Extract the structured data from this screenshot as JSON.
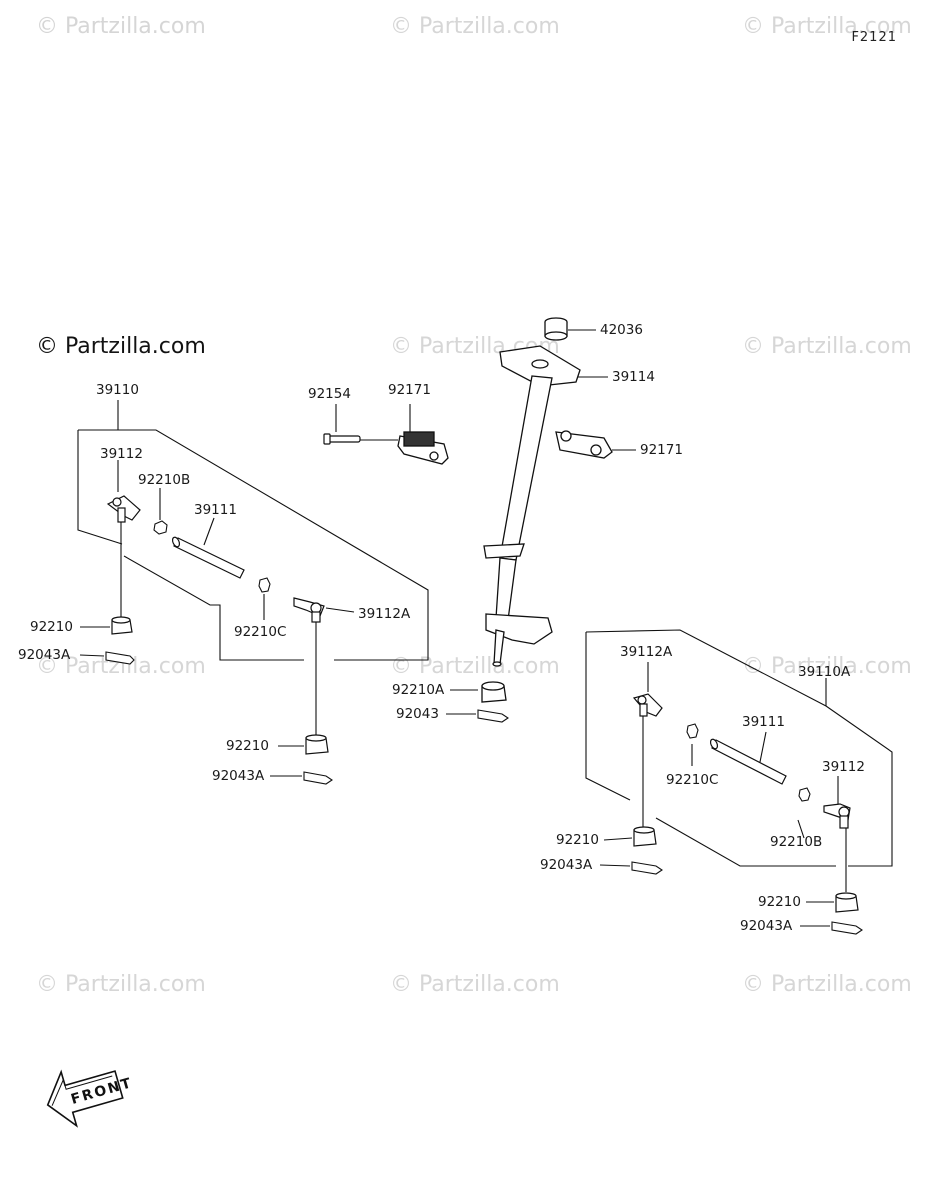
{
  "figure_code": "F2121",
  "brand_text": "© Partzilla.com",
  "watermark_text": "© Partzilla.com",
  "front_label": "FRONT",
  "labels": {
    "l_39110": "39110",
    "l_39112_left": "39112",
    "l_92210B_left": "92210B",
    "l_39111_left": "39111",
    "l_92210C_left": "92210C",
    "l_39112A_left": "39112A",
    "l_92210_left_a": "92210",
    "l_92043A_left_a": "92043A",
    "l_92210_left_b": "92210",
    "l_92043A_left_b": "92043A",
    "l_92154": "92154",
    "l_92171_top": "92171",
    "l_42036": "42036",
    "l_39114": "39114",
    "l_92171_right": "92171",
    "l_92210A": "92210A",
    "l_92043": "92043",
    "l_39112A_right": "39112A",
    "l_39110A": "39110A",
    "l_39111_right": "39111",
    "l_39112_right": "39112",
    "l_92210C_right": "92210C",
    "l_92210B_right": "92210B",
    "l_92210_right_a": "92210",
    "l_92043A_right_a": "92043A",
    "l_92210_right_b": "92210",
    "l_92043A_right_b": "92043A"
  }
}
